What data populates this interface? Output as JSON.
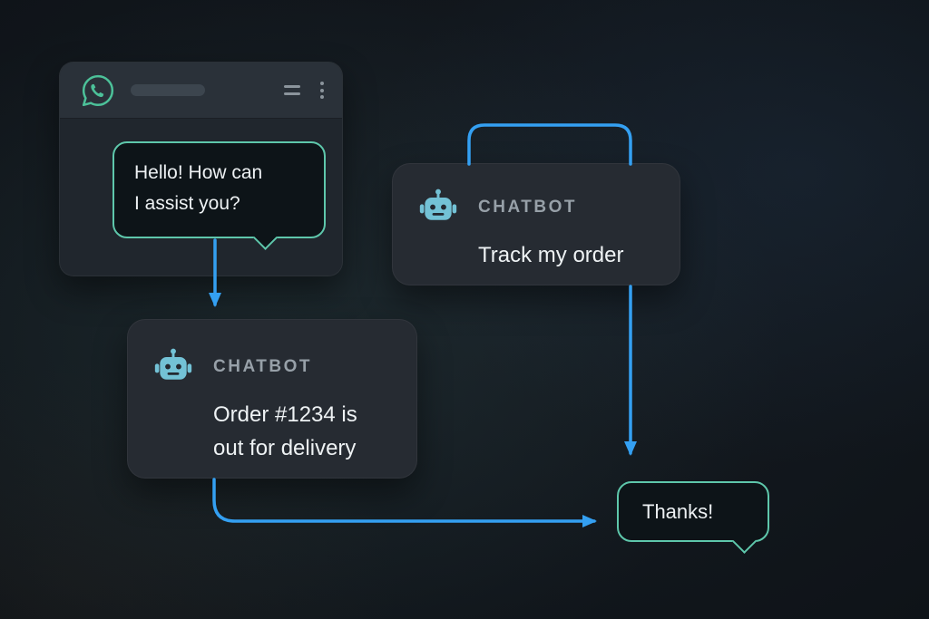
{
  "colors": {
    "accent_teal": "#5ec7ab",
    "accent_blue": "#34a0f2",
    "whatsapp_green": "#4cc199",
    "robot_teal": "#73c2d6",
    "card_bg": "#262b32",
    "text_primary": "#eef2f4",
    "text_muted": "#97a0a8"
  },
  "whatsapp_window": {
    "logo_icon": "whatsapp-icon",
    "menu_icon": "hamburger-menu-icon",
    "more_icon": "kebab-menu-icon",
    "greeting_bubble": {
      "line1": "Hello! How can",
      "line2": "I assist you?"
    }
  },
  "chatbot_track": {
    "icon": "robot-icon",
    "label": "CHATBOT",
    "message": "Track my order"
  },
  "chatbot_order": {
    "icon": "robot-icon",
    "label": "CHATBOT",
    "message_line1": "Order #1234 is",
    "message_line2": "out for delivery"
  },
  "thanks_bubble": {
    "text": "Thanks!"
  }
}
